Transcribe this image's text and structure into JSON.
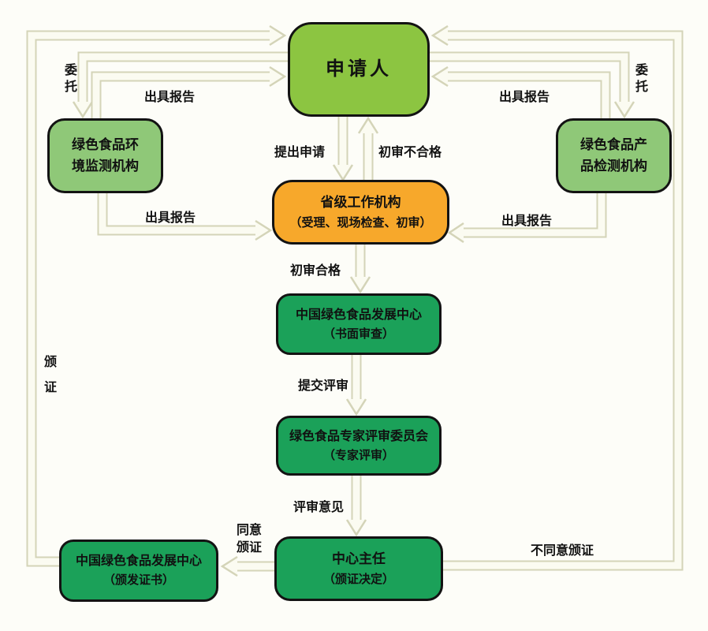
{
  "diagram": {
    "background_color": "#fdfdf8",
    "arrow_outline_color": "#d4d4b8",
    "arrow_fill_color": "#fbfbf1",
    "node_border_color": "#131313"
  },
  "nodes": {
    "applicant": {
      "label": "申请人",
      "color": "#8cc541"
    },
    "env_agency": {
      "line1": "绿色食品环",
      "line2": "境监测机构",
      "color": "#8fc878"
    },
    "product_agency": {
      "line1": "绿色食品产",
      "line2": "品检测机构",
      "color": "#8fc878"
    },
    "provincial_office": {
      "line1": "省级工作机构",
      "line2": "（受理、现场检查、初审）",
      "color": "#f7a82b"
    },
    "dev_center_review": {
      "line1": "中国绿色食品发展中心",
      "line2": "（书面审查）",
      "color": "#1ba159"
    },
    "expert_committee": {
      "line1": "绿色食品专家评审委员会",
      "line2": "（专家评审）",
      "color": "#1ba159"
    },
    "center_director": {
      "line1": "中心主任",
      "line2": "（颁证决定）",
      "color": "#1ba159"
    },
    "dev_center_issue": {
      "line1": "中国绿色食品发展中心",
      "line2": "（颁发证书）",
      "color": "#1ba159"
    }
  },
  "edge_labels": {
    "entrust_left": "委托",
    "entrust_right": "委托",
    "report_top_left": "出具报告",
    "report_top_right": "出具报告",
    "report_mid_left": "出具报告",
    "report_mid_right": "出具报告",
    "issue_cert": "颁证",
    "apply": "提出申请",
    "prelim_fail": "初审不合格",
    "prelim_pass": "初审合格",
    "submit_review": "提交评审",
    "review_opinion": "评审意见",
    "agree_cert": "同意颁证",
    "disagree_cert": "不同意颁证"
  }
}
